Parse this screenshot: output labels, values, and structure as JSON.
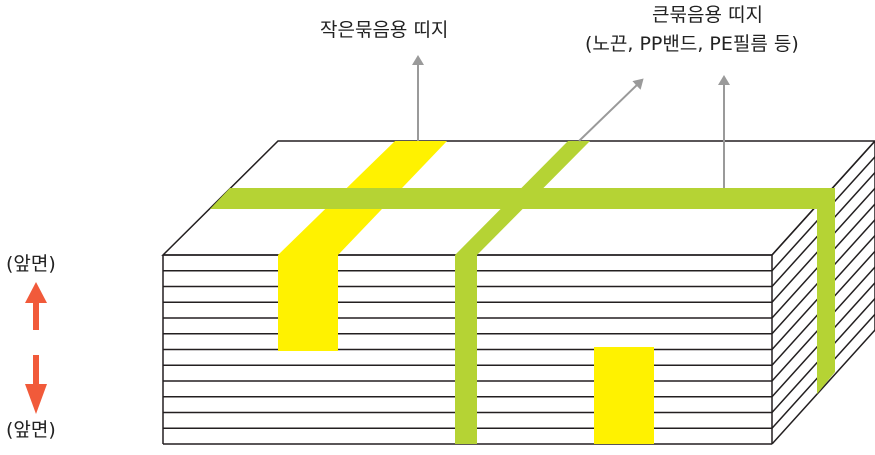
{
  "labels": {
    "small_bundle_strap": "작은묶음용 띠지",
    "big_bundle_strap_line1": "큰묶음용 띠지",
    "big_bundle_strap_line2": "(노끈, PP밴드, PE필름 등)",
    "front_top": "(앞면)",
    "front_bottom": "(앞면)"
  },
  "colors": {
    "small_strap": "#fff200",
    "big_strap": "#b5d334",
    "pointer_arrow": "#9a9a9a",
    "direction_arrow": "#f15a3a",
    "outline": "#231f20"
  },
  "sheet_count": 12
}
